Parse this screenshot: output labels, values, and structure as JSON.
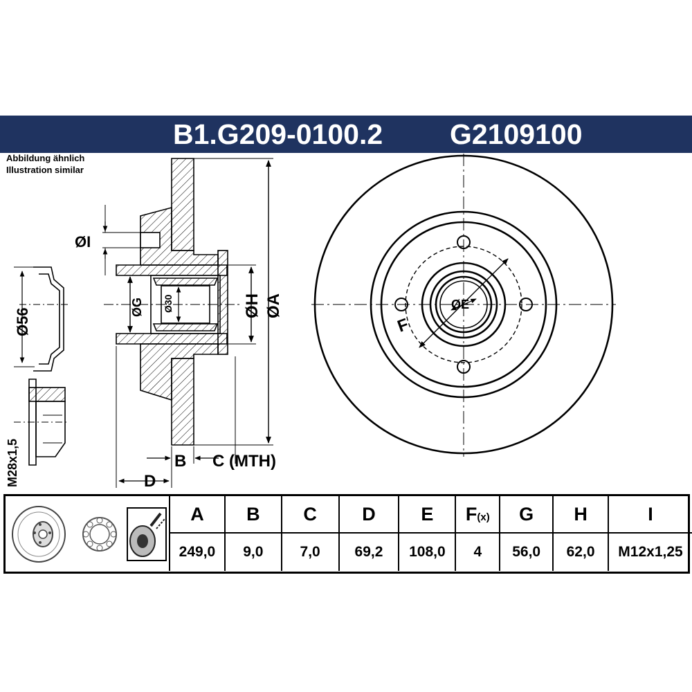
{
  "header": {
    "part_number": "B1.G209-0100.2",
    "ref_number": "G2109100",
    "note_de": "Abbildung ähnlich",
    "note_en": "Illustration similar"
  },
  "labels": {
    "dia_I": "ØI",
    "dia_56": "Ø56",
    "thread": "M28x1,5",
    "dia_G": "ØG",
    "dia_30": "Ø30",
    "dia_H": "ØH",
    "dia_A": "ØA",
    "dim_B": "B",
    "dim_C": "C (MTH)",
    "dim_D": "D",
    "dia_E": "ØE",
    "dim_F": "F"
  },
  "specs": {
    "columns": [
      {
        "key": "A",
        "value": "249,0"
      },
      {
        "key": "B",
        "value": "9,0"
      },
      {
        "key": "C",
        "value": "7,0"
      },
      {
        "key": "D",
        "value": "69,2"
      },
      {
        "key": "E",
        "value": "108,0"
      },
      {
        "key": "F",
        "value": "4",
        "suffix": "(x)"
      },
      {
        "key": "G",
        "value": "56,0"
      },
      {
        "key": "H",
        "value": "62,0"
      },
      {
        "key": "I",
        "value": "M12x1,25"
      }
    ]
  },
  "icons": [
    "brake-disc-icon",
    "wheel-bearing-icon",
    "abs-sensor-ring-icon"
  ],
  "colors": {
    "banner": "#1f3360",
    "line": "#000000",
    "background": "#ffffff"
  }
}
